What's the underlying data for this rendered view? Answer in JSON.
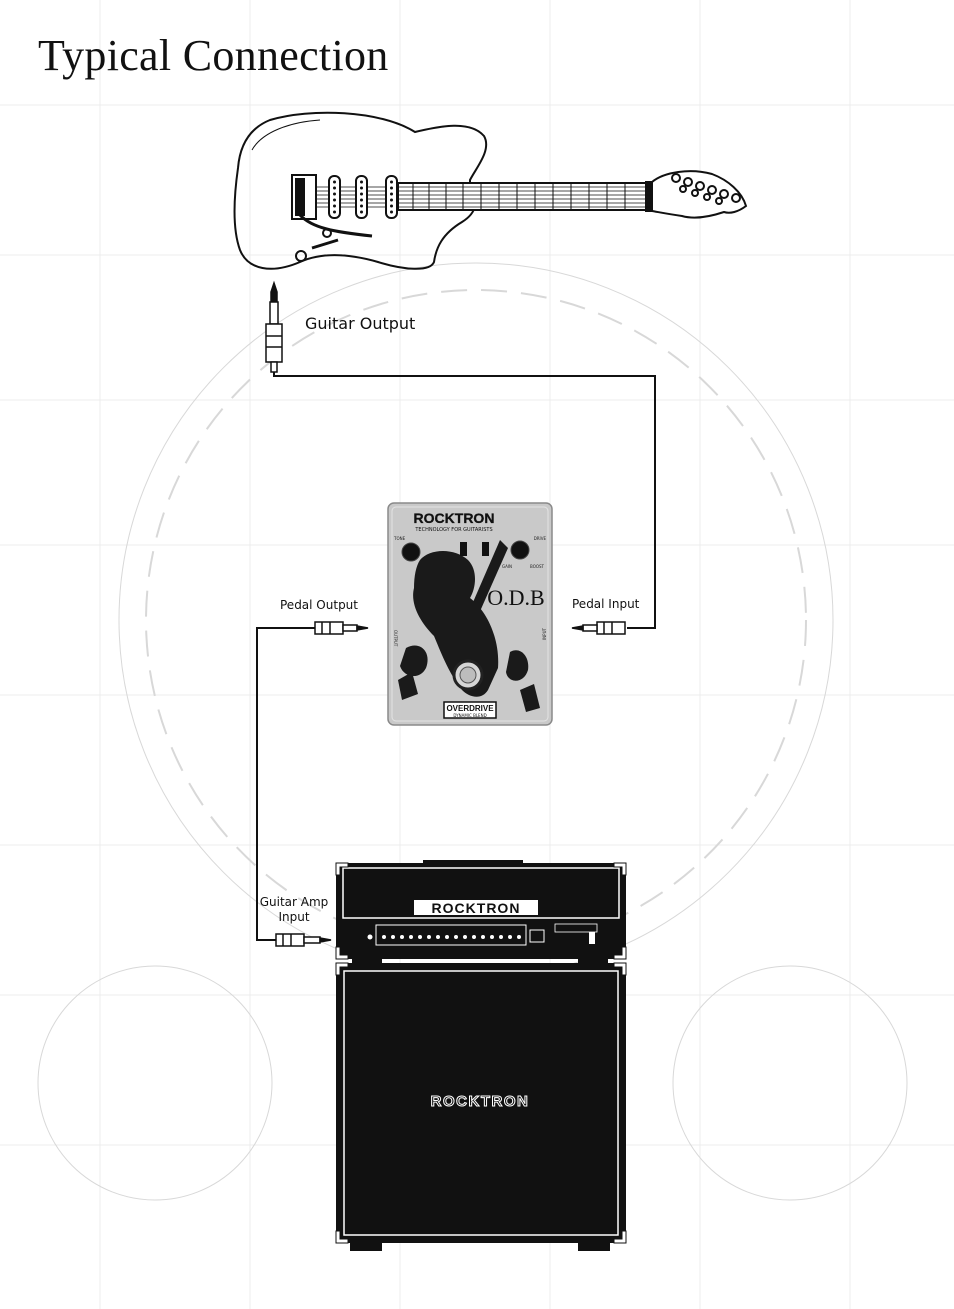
{
  "page": {
    "title": "Typical Connection"
  },
  "labels": {
    "guitar_output": "Guitar Output",
    "pedal_output": "Pedal Output",
    "pedal_input": "Pedal Input",
    "amp_input_line1": "Guitar Amp",
    "amp_input_line2": "Input"
  },
  "pedal": {
    "brand": "ROCKTRON",
    "tagline": "TECHNOLOGY FOR GUITARISTS",
    "model": "O.D.B",
    "type": "OVERDRIVE",
    "subtype": "DYNAMIC BLEND",
    "knob_labels": [
      "TONE",
      "DRIVE",
      "GAIN",
      "BOOST"
    ],
    "side_output": "OUTPUT",
    "side_input": "INPUT"
  },
  "amp_head": {
    "brand": "ROCKTRON"
  },
  "cabinet": {
    "brand": "ROCKTRON"
  },
  "colors": {
    "line": "#111111",
    "grid": "#ececec",
    "ring": "#d9d9d9",
    "pedal_body": "#c9c9c9",
    "amp_body": "#111111"
  }
}
